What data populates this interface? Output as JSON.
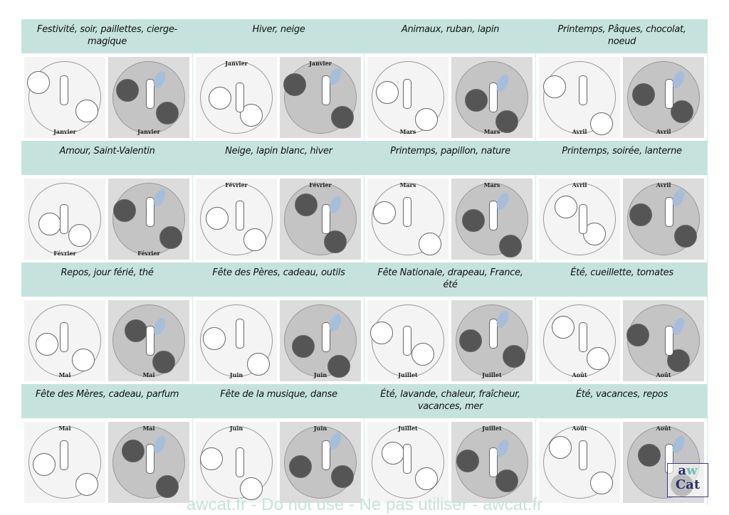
{
  "rows": [
    [
      {
        "title": "Festivité, soir, paillettes, cierge-magique",
        "labels": [
          "Janvier",
          "Janvier"
        ],
        "top": false
      },
      {
        "title": "Hiver, neige",
        "labels": [
          "Janvier",
          "Janvier"
        ],
        "top": true
      },
      {
        "title": "Animaux, ruban, lapin",
        "labels": [
          "Mars",
          "Mars"
        ],
        "top": false
      },
      {
        "title": "Printemps, Pâques, chocolat, noeud",
        "labels": [
          "Avril",
          "Avril"
        ],
        "top": false
      }
    ],
    [
      {
        "title": "Amour, Saint-Valentin",
        "labels": [
          "Février",
          "Février"
        ],
        "top": false
      },
      {
        "title": "Neige, lapin blanc, hiver",
        "labels": [
          "Février",
          "Février"
        ],
        "top": true
      },
      {
        "title": "Printemps, papillon, nature",
        "labels": [
          "Mars",
          "Mars"
        ],
        "top": true
      },
      {
        "title": "Printemps, soirée, lanterne",
        "labels": [
          "Avril",
          "Avril"
        ],
        "top": true
      }
    ],
    [
      {
        "title": "Repos, jour férié, thé",
        "labels": [
          "Mai",
          "Mai"
        ],
        "top": false
      },
      {
        "title": "Fête des Pères, cadeau, outils",
        "labels": [
          "Juin",
          "Juin"
        ],
        "top": false
      },
      {
        "title": "Fête Nationale, drapeau, France, été",
        "labels": [
          "Juillet",
          "Juillet"
        ],
        "top": false
      },
      {
        "title": "Été, cueillette, tomates",
        "labels": [
          "Août",
          "Août"
        ],
        "top": false
      }
    ],
    [
      {
        "title": "Fête des Mères, cadeau, parfum",
        "labels": [
          "Mai",
          "Mai"
        ],
        "top": true
      },
      {
        "title": "Fête de la musique, danse",
        "labels": [
          "Juin",
          "Juin"
        ],
        "top": true
      },
      {
        "title": "Été, lavande, chaleur, fraîcheur, vacances, mer",
        "labels": [
          "Juillet",
          "Juillet"
        ],
        "top": true
      },
      {
        "title": "Été, vacances, repos",
        "labels": [
          "Août",
          "Août"
        ],
        "top": true
      }
    ]
  ],
  "watermark": "awcat.fr - Do not use - Ne pas utiliser - awcat.fr",
  "logo": {
    "line1a": "a",
    "line1b": "w",
    "line2": "Cat"
  },
  "colors": {
    "header": "#c5e3dc",
    "wing": "#9fbde0",
    "logo": "#2e2e6e"
  }
}
